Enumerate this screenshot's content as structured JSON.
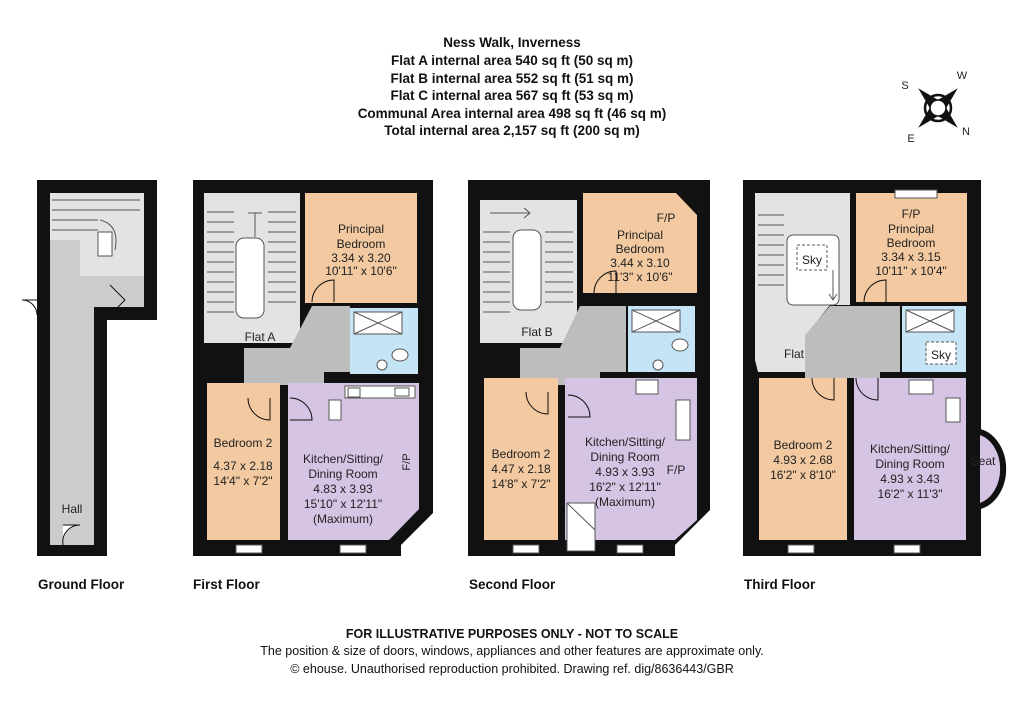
{
  "header": {
    "title": "Ness Walk, Inverness",
    "areas": [
      "Flat A internal area 540 sq ft (50 sq m)",
      "Flat B internal area 552 sq ft (51 sq m)",
      "Flat C internal area 567 sq ft (53 sq m)",
      "Communal Area internal area 498 sq ft (46 sq m)",
      "Total internal area 2,157 sq ft (200 sq m)"
    ]
  },
  "compass": {
    "s": "S",
    "w": "W",
    "e": "E",
    "n": "N"
  },
  "colors": {
    "bedroom": "#f2c9a0",
    "kitchen": "#d5c4e3",
    "bathroom": "#c5e4f5",
    "hall": "#cccccc",
    "stair": "#e3e3e3",
    "wall": "#111111"
  },
  "floors": {
    "ground": {
      "label": "Ground Floor",
      "hall": "Hall"
    },
    "first": {
      "label": "First Floor",
      "flat": "Flat A",
      "principal": {
        "name": "Principal",
        "name2": "Bedroom",
        "metric": "3.34 x 3.20",
        "imperial": "10'11\" x 10'6\""
      },
      "bed2": {
        "name": "Bedroom 2",
        "metric": "4.37 x 2.18",
        "imperial": "14'4\" x 7'2\""
      },
      "kitchen": {
        "l1": "Kitchen/Sitting/",
        "l2": "Dining Room",
        "metric": "4.83 x 3.93",
        "imperial": "15'10\" x 12'11\"",
        "note": "(Maximum)"
      },
      "fp": "F/P"
    },
    "second": {
      "label": "Second Floor",
      "flat": "Flat B",
      "principal": {
        "name": "Principal",
        "name2": "Bedroom",
        "metric": "3.44 x 3.10",
        "imperial": "11'3\" x 10'6\""
      },
      "bed2": {
        "name": "Bedroom 2",
        "metric": "4.47 x 2.18",
        "imperial": "14'8\" x 7'2\""
      },
      "kitchen": {
        "l1": "Kitchen/Sitting/",
        "l2": "Dining Room",
        "metric": "4.93 x 3.93",
        "imperial": "16'2\" x 12'11\"",
        "note": "(Maximum)"
      },
      "fp": "F/P",
      "fp2": "F/P"
    },
    "third": {
      "label": "Third Floor",
      "flat": "Flat C",
      "principal": {
        "name": "Principal",
        "name2": "Bedroom",
        "metric": "3.34 x 3.15",
        "imperial": "10'11\" x 10'4\""
      },
      "bed2": {
        "name": "Bedroom 2",
        "metric": "4.93 x 2.68",
        "imperial": "16'2\" x 8'10\""
      },
      "kitchen": {
        "l1": "Kitchen/Sitting/",
        "l2": "Dining Room",
        "metric": "4.93 x 3.43",
        "imperial": "16'2\" x 11'3\""
      },
      "fp": "F/P",
      "sky": "Sky",
      "sky2": "Sky",
      "seat": "Seat"
    }
  },
  "footer": {
    "disclaimer": "FOR ILLUSTRATIVE PURPOSES ONLY - NOT TO SCALE",
    "note": "The position & size of doors, windows, appliances and other features are approximate only.",
    "copyright": "© ehouse. Unauthorised reproduction prohibited. Drawing ref. dig/8636443/GBR"
  }
}
